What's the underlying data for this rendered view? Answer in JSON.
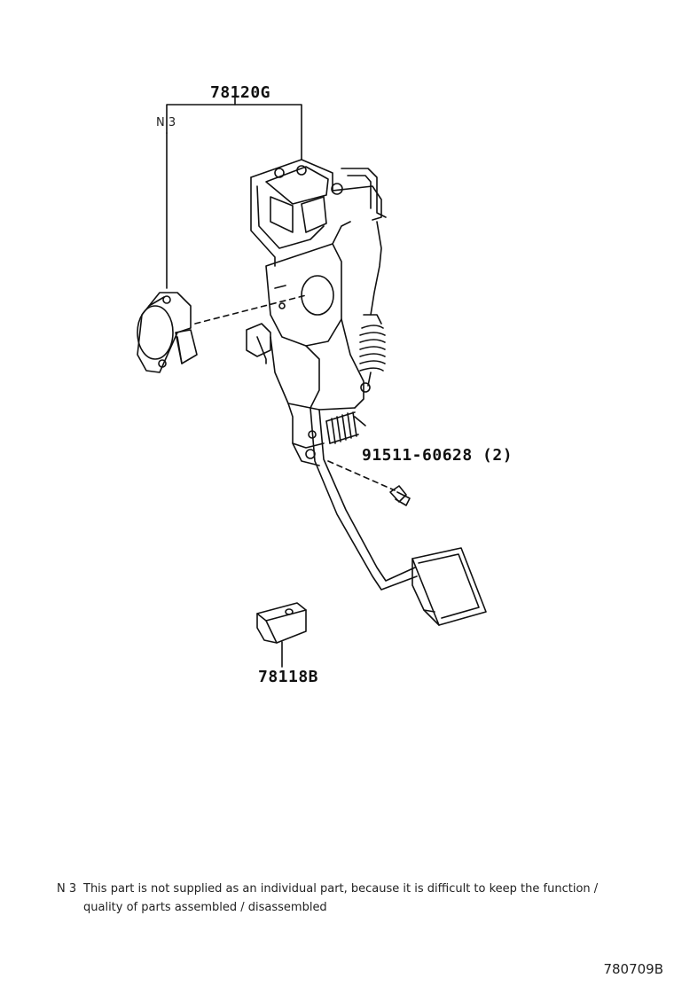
{
  "labels": {
    "assembly": "78120G",
    "sensor_note": "N 3",
    "bolt": "91511-60628 (2)",
    "pad": "78118B"
  },
  "footnote": {
    "ref": "N 3",
    "line1": "This part is not supplied as an individual part, because it is difficult to keep the function /",
    "line2": "quality of parts assembled / disassembled"
  },
  "figure_id": "780709B"
}
